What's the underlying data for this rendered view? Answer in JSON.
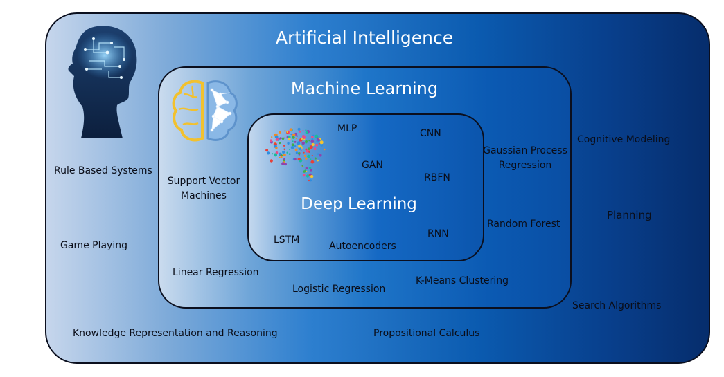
{
  "diagram": {
    "ai": {
      "title": "Artificial Intelligence",
      "items": {
        "rule_based": "Rule Based Systems",
        "game_playing": "Game Playing",
        "knowledge": "Knowledge Representation and Reasoning",
        "propositional": "Propositional Calculus",
        "cognitive": "Cognitive Modeling",
        "planning": "Planning",
        "search": "Search Algorithms"
      }
    },
    "ml": {
      "title": "Machine Learning",
      "items": {
        "svm_line1": "Support Vector",
        "svm_line2": "Machines",
        "linear": "Linear Regression",
        "logistic": "Logistic Regression",
        "kmeans": "K-Means Clustering",
        "gpr_line1": "Gaussian Process",
        "gpr_line2": "Regression",
        "random_forest": "Random Forest"
      }
    },
    "dl": {
      "title": "Deep Learning",
      "items": {
        "mlp": "MLP",
        "cnn": "CNN",
        "gan": "GAN",
        "rbfn": "RBFN",
        "lstm": "LSTM",
        "autoencoders": "Autoencoders",
        "rnn": "RNN"
      }
    },
    "colors": {
      "ai_gradient_start": "#c6d6ec",
      "ai_gradient_end": "#062d6c",
      "ml_gradient_start": "#cadbee",
      "ml_gradient_end": "#0a4ea3",
      "dl_gradient_start": "#c4d8ee",
      "dl_gradient_end": "#0b55ad",
      "title_text": "#ffffff",
      "label_text": "#0a0d18",
      "brain_left": "#f2c12e",
      "brain_right": "#7fb0e2"
    },
    "icons": [
      "human-head-circuit-icon",
      "brain-hemispheres-icon",
      "neural-network-brain-icon"
    ]
  }
}
